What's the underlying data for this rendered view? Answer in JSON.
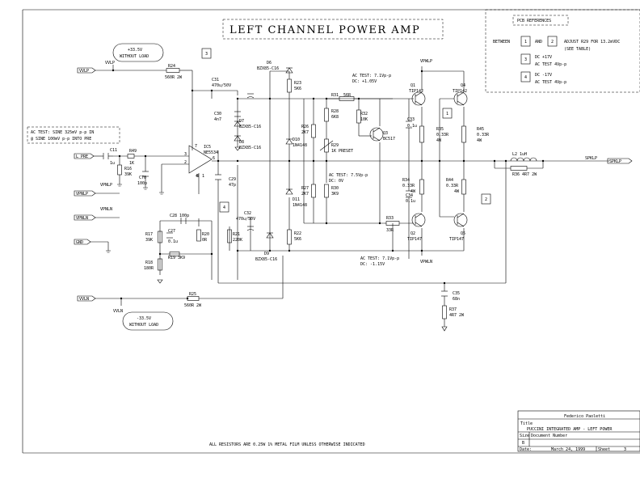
{
  "title": "LEFT CHANNEL POWER AMP",
  "pcb": {
    "header": "PCB REFERENCES",
    "between": "BETWEEN",
    "and": "AND",
    "adjust": "ADJUST R29 FOR 13.2mVDC",
    "see_table": "(SEE TABLE)",
    "marker1": "1",
    "marker2": "2",
    "marker3": "3",
    "marker4": "4",
    "ref3_line1": "DC +17V",
    "ref3_line2": "AC TEST 4Vp-p",
    "ref4_line1": "DC -17V",
    "ref4_line2": "AC TEST 4Vp-p"
  },
  "notes": {
    "ac_test_in_1": "AC TEST: SINE 325mV p-p IN",
    "ac_test_in_2": "@ SINE 100mV p-p INTO PRE",
    "vplus_1": "+33.5V",
    "vplus_2": "WITHOUT LOAD",
    "vminus_1": "-33.5V",
    "vminus_2": "WITHOUT LOAD",
    "q1_test_1": "AC TEST: 7.1Vp-p",
    "q1_test_2": "DC: +1.05V",
    "mid_test_1": "AC TEST: 7.5Vp-p",
    "mid_test_2": "DC: 0V",
    "q2_test_1": "AC TEST: 7.1Vp-p",
    "q2_test_2": "DC: -1.15V",
    "footer": "ALL RESISTORS ARE 0.25W 1% METAL FILM UNLESS OTHERWISE INDICATED"
  },
  "ports": {
    "vvlp": "VVLP",
    "vvln": "VVLN",
    "l_pre": "L PRE",
    "vpnlp": "VPNLP",
    "vpnln": "VPNLN",
    "gnd": "GND",
    "spklp": "SPKLP"
  },
  "nets": {
    "vvlp": "VVLP",
    "vvln": "VVLN",
    "vpwlp": "VPWLP",
    "vpwln": "VPWLN",
    "vpnlp": "VPNLP",
    "vpnln": "VPNLN",
    "spklp": "SPKLP"
  },
  "components": {
    "r24": [
      "R24",
      "560R 2W"
    ],
    "r25": [
      "R25",
      "560R 2W"
    ],
    "r23": [
      "R23",
      "5K6"
    ],
    "r22": [
      "R22",
      "5K6"
    ],
    "r26": [
      "R26",
      "2K7"
    ],
    "r27": [
      "R27",
      "2K7"
    ],
    "r31": [
      "R31",
      "56R"
    ],
    "r28": [
      "R28",
      "6K8"
    ],
    "r30": [
      "R30",
      "3K9"
    ],
    "r32": [
      "R32",
      "10K"
    ],
    "r29": [
      "R29",
      "1K PRESET"
    ],
    "r33": [
      "R33",
      "33R"
    ],
    "r35": [
      "R35",
      "0.33R",
      "4W"
    ],
    "r45": [
      "R45",
      "0.33R",
      "4W"
    ],
    "r34": [
      "R34",
      "0.33R",
      "4W"
    ],
    "r44": [
      "R44",
      "0.33R",
      "4W"
    ],
    "r36": [
      "R36 4R7 2W"
    ],
    "r37": [
      "R37",
      "4R7 2W"
    ],
    "r49": [
      "R49",
      "1K"
    ],
    "r16": [
      "R16",
      "39K"
    ],
    "r17": [
      "R17",
      "39K"
    ],
    "r18": [
      "R18",
      "180R"
    ],
    "r19": [
      "R19 3K9"
    ],
    "r20": [
      "R20",
      "0R"
    ],
    "r21": [
      "R21",
      "220K"
    ],
    "c11": [
      "C11",
      "1u"
    ],
    "c70": [
      "C70",
      "100p"
    ],
    "c29": [
      "C29",
      "47p"
    ],
    "c28": [
      "C28 100p"
    ],
    "c27": [
      "C27",
      "0.1u"
    ],
    "c30": [
      "C30",
      "4n7"
    ],
    "c31": [
      "C31",
      "470u/50V"
    ],
    "c32": [
      "C32",
      "470u/50V"
    ],
    "c33": [
      "C33",
      "0.1u"
    ],
    "c34": [
      "C34",
      "0.1u"
    ],
    "c35": [
      "C35",
      "68n"
    ],
    "l2": [
      "L2 1uH"
    ],
    "d6": [
      "D6",
      "BZX85-C16"
    ],
    "d9": [
      "D9",
      "BZX85-C16"
    ],
    "d7": [
      "D7",
      "BZX85-C16"
    ],
    "d8": [
      "D8",
      "BZX85-C16"
    ],
    "d10": [
      "D10",
      "1N4148"
    ],
    "d11": [
      "D11",
      "1N4148"
    ],
    "q1": [
      "Q1",
      "TIP142"
    ],
    "q4": [
      "Q4",
      "TIP142"
    ],
    "q2": [
      "Q2",
      "TIP147"
    ],
    "q5": [
      "Q5",
      "TIP147"
    ],
    "q3": [
      "Q3",
      "BC517"
    ],
    "ic5": [
      "IC5",
      "NE5534"
    ],
    "ic5_pins": [
      "3",
      "2",
      "4",
      "6",
      "7",
      "8",
      "1"
    ]
  },
  "title_block": {
    "author": "Federico Paoletti",
    "title_label": "Title",
    "title_value": "PUCCINI INTEGRATED AMP - LEFT POWER",
    "size_label": "Size",
    "size_value": "B",
    "docnum_label": "Document Number",
    "date_label": "Date:",
    "date_value": "March 24, 1999",
    "sheet_label": "Sheet",
    "sheet_value": "3"
  }
}
